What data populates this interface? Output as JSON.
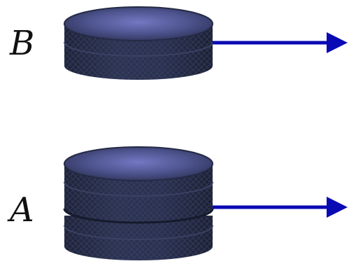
{
  "labels": {
    "top": "B",
    "bottom": "A"
  },
  "groups": [
    {
      "label_key": "top",
      "puck_count": 1
    },
    {
      "label_key": "bottom",
      "puck_count": 2
    }
  ],
  "colors": {
    "puck_top_center": "#6e71bb",
    "puck_top_edge": "#2d3358",
    "puck_side": "#262c46",
    "knurl": "#3b4264",
    "arrow": "#0a0ab4"
  }
}
